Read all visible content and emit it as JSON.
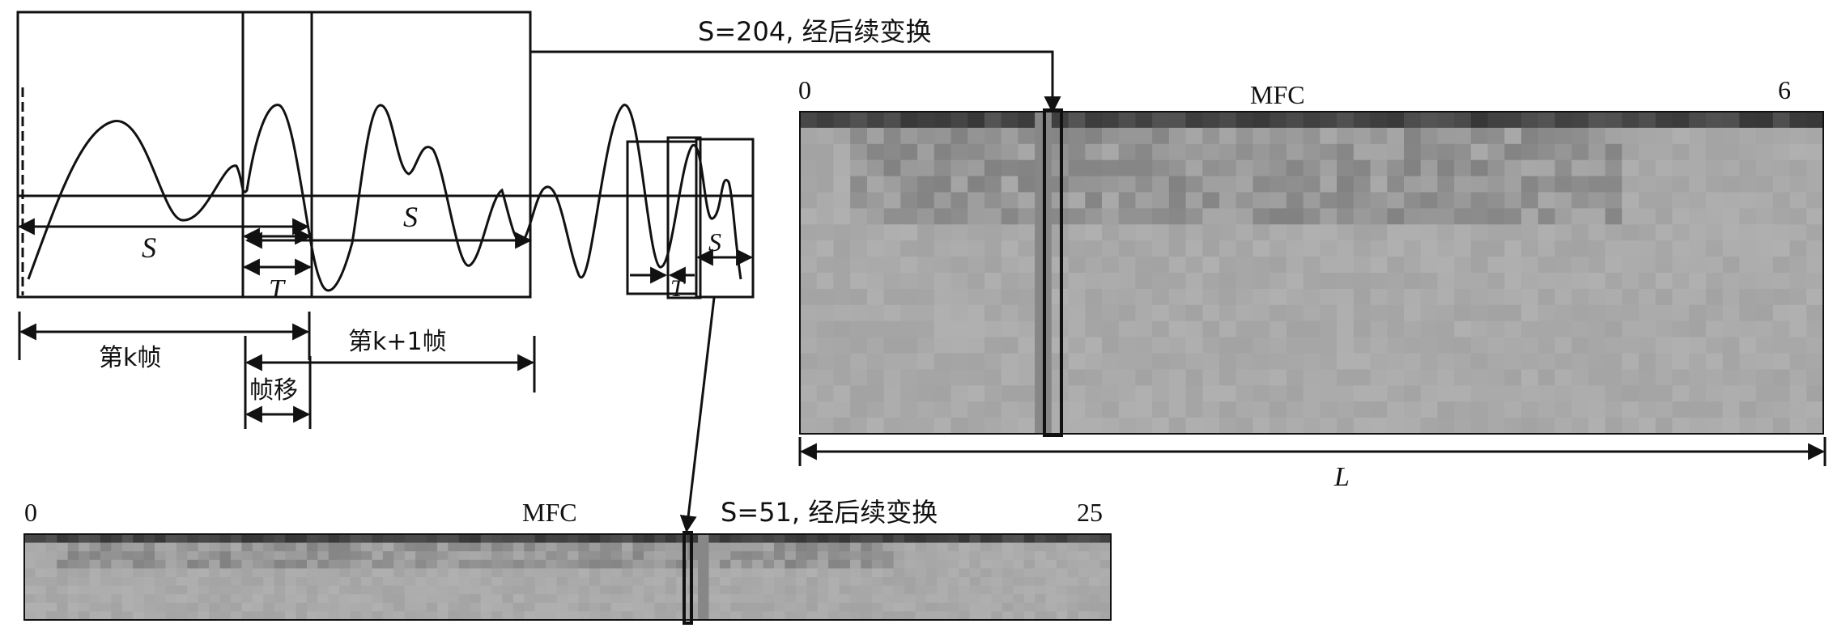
{
  "wave_labels": {
    "s_left": "S",
    "s_right": "S",
    "s_small": "S",
    "t_main": "T",
    "t_small": "T",
    "frame_k": "第k帧",
    "frame_k1": "第k+1帧",
    "frame_shift": "帧移"
  },
  "top_spectrogram": {
    "annotation": "S=204, 经后续变换",
    "title": "MFC",
    "x_start": "0",
    "x_end": "6",
    "length_label": "L",
    "highlight_col": 14,
    "cols": 61,
    "rows": 20
  },
  "bottom_spectrogram": {
    "annotation": "S=51, 经后续变换",
    "title": "MFC",
    "x_start": "0",
    "x_end": "25",
    "highlight_col": 62,
    "cols": 100,
    "rows": 10
  },
  "colors": {
    "ink": "#111111",
    "base_gray": "#a9a9a9",
    "dark_band": "#3a3a3a"
  }
}
